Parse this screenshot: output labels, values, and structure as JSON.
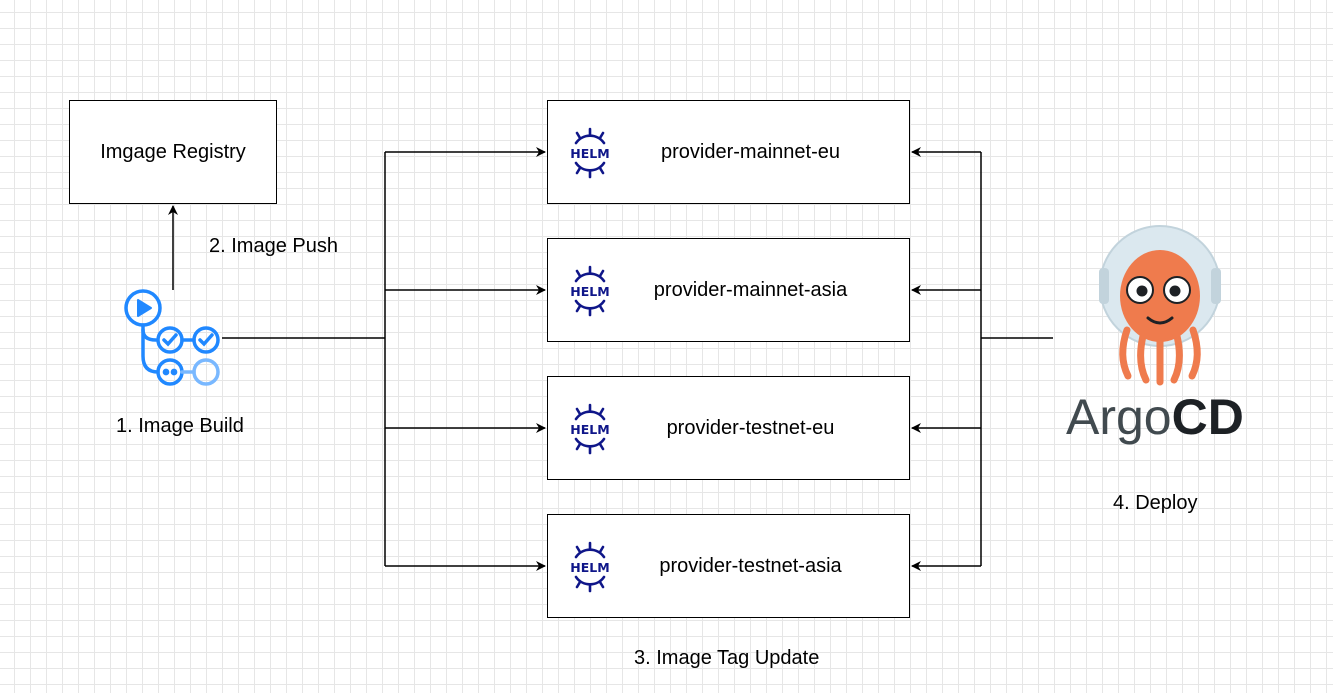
{
  "registry": {
    "label": "Imgage Registry"
  },
  "steps": {
    "build": "1. Image Build",
    "push": "2. Image Push",
    "tag_update": "3. Image Tag Update",
    "deploy": "4. Deploy"
  },
  "helm": {
    "logo_text": "HELM",
    "charts": [
      {
        "label": "provider-mainnet-eu"
      },
      {
        "label": "provider-mainnet-asia"
      },
      {
        "label": "provider-testnet-eu"
      },
      {
        "label": "provider-testnet-asia"
      }
    ]
  },
  "argocd": {
    "name_light": "Argo",
    "name_bold": "CD"
  },
  "icons": {
    "build": "github-actions-icon",
    "chart": "helm-icon",
    "deploy": "argocd-mascot-icon"
  },
  "colors": {
    "helm_navy": "#0f1689",
    "actions_blue": "#2088ff",
    "argo_orange": "#ef7b4d",
    "argo_text": "#414a4f"
  }
}
